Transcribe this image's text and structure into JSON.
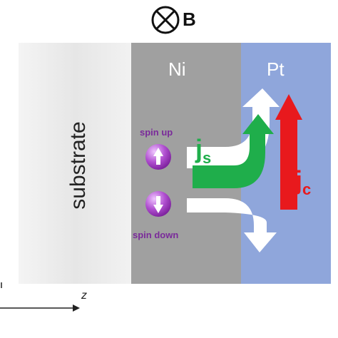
{
  "magnetic_field": {
    "symbol": "B"
  },
  "layers": {
    "substrate": "substrate",
    "ni": "Ni",
    "pt": "Pt"
  },
  "spins": {
    "up": "spin up",
    "down": "spin down"
  },
  "currents": {
    "spin": {
      "main": "j",
      "sub": "s"
    },
    "charge": {
      "main": "j",
      "sub": "c"
    }
  },
  "axis": {
    "z": "z"
  },
  "colors": {
    "substrate": "#e9e9e9",
    "ni": "#a0a0a0",
    "pt": "#8fa6db",
    "spin_current": "#1fae4b",
    "charge_current": "#e8191d",
    "spin_ball": "#b04fd0"
  }
}
